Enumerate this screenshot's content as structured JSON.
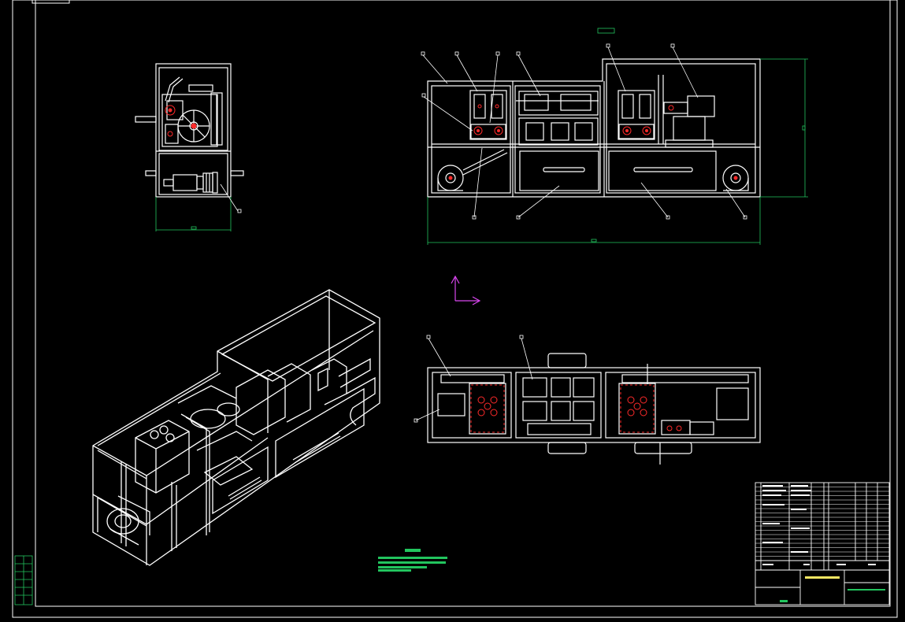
{
  "drawing": {
    "background": "#000000",
    "colors": {
      "line": "#ffffff",
      "dimension": "#22c55e",
      "hatch_red": "#ff2a2a",
      "ucs": "#d946ef"
    },
    "callout_markers": "□",
    "ucs_labels": {
      "x": "",
      "y": ""
    }
  },
  "views": {
    "side_view": "side-view",
    "front_view": "front-view",
    "top_view": "top-view",
    "isometric_view": "isometric-view"
  },
  "title_block": {
    "has_parts_list": true,
    "rows": 18
  }
}
